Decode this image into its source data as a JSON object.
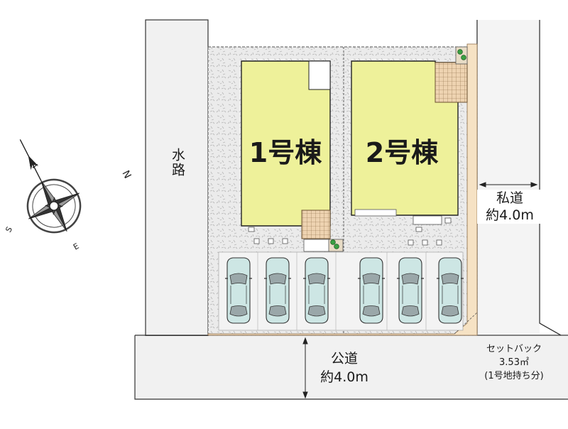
{
  "colors": {
    "house": "#eef19a",
    "road_fill": "#f1f1f1",
    "lot_fill": "#e8e8e8",
    "deck": "#eed3b1",
    "car": "#cde6e4",
    "ink": "#222222",
    "tree": "#3aa042"
  },
  "buildings": [
    {
      "label": "1号棟"
    },
    {
      "label": "2号棟"
    }
  ],
  "roads": {
    "waterway": "水路",
    "private_road_name": "私道",
    "private_road_width": "約4.0m",
    "public_road_name": "公道",
    "public_road_width": "約4.0m"
  },
  "setback": {
    "title": "セットバック",
    "area": "3.53㎡",
    "note": "(1号地持ち分)"
  },
  "compass": {
    "north": "N",
    "south": "S",
    "east": "E",
    "west": "W"
  },
  "parking": {
    "car_count": 6
  }
}
